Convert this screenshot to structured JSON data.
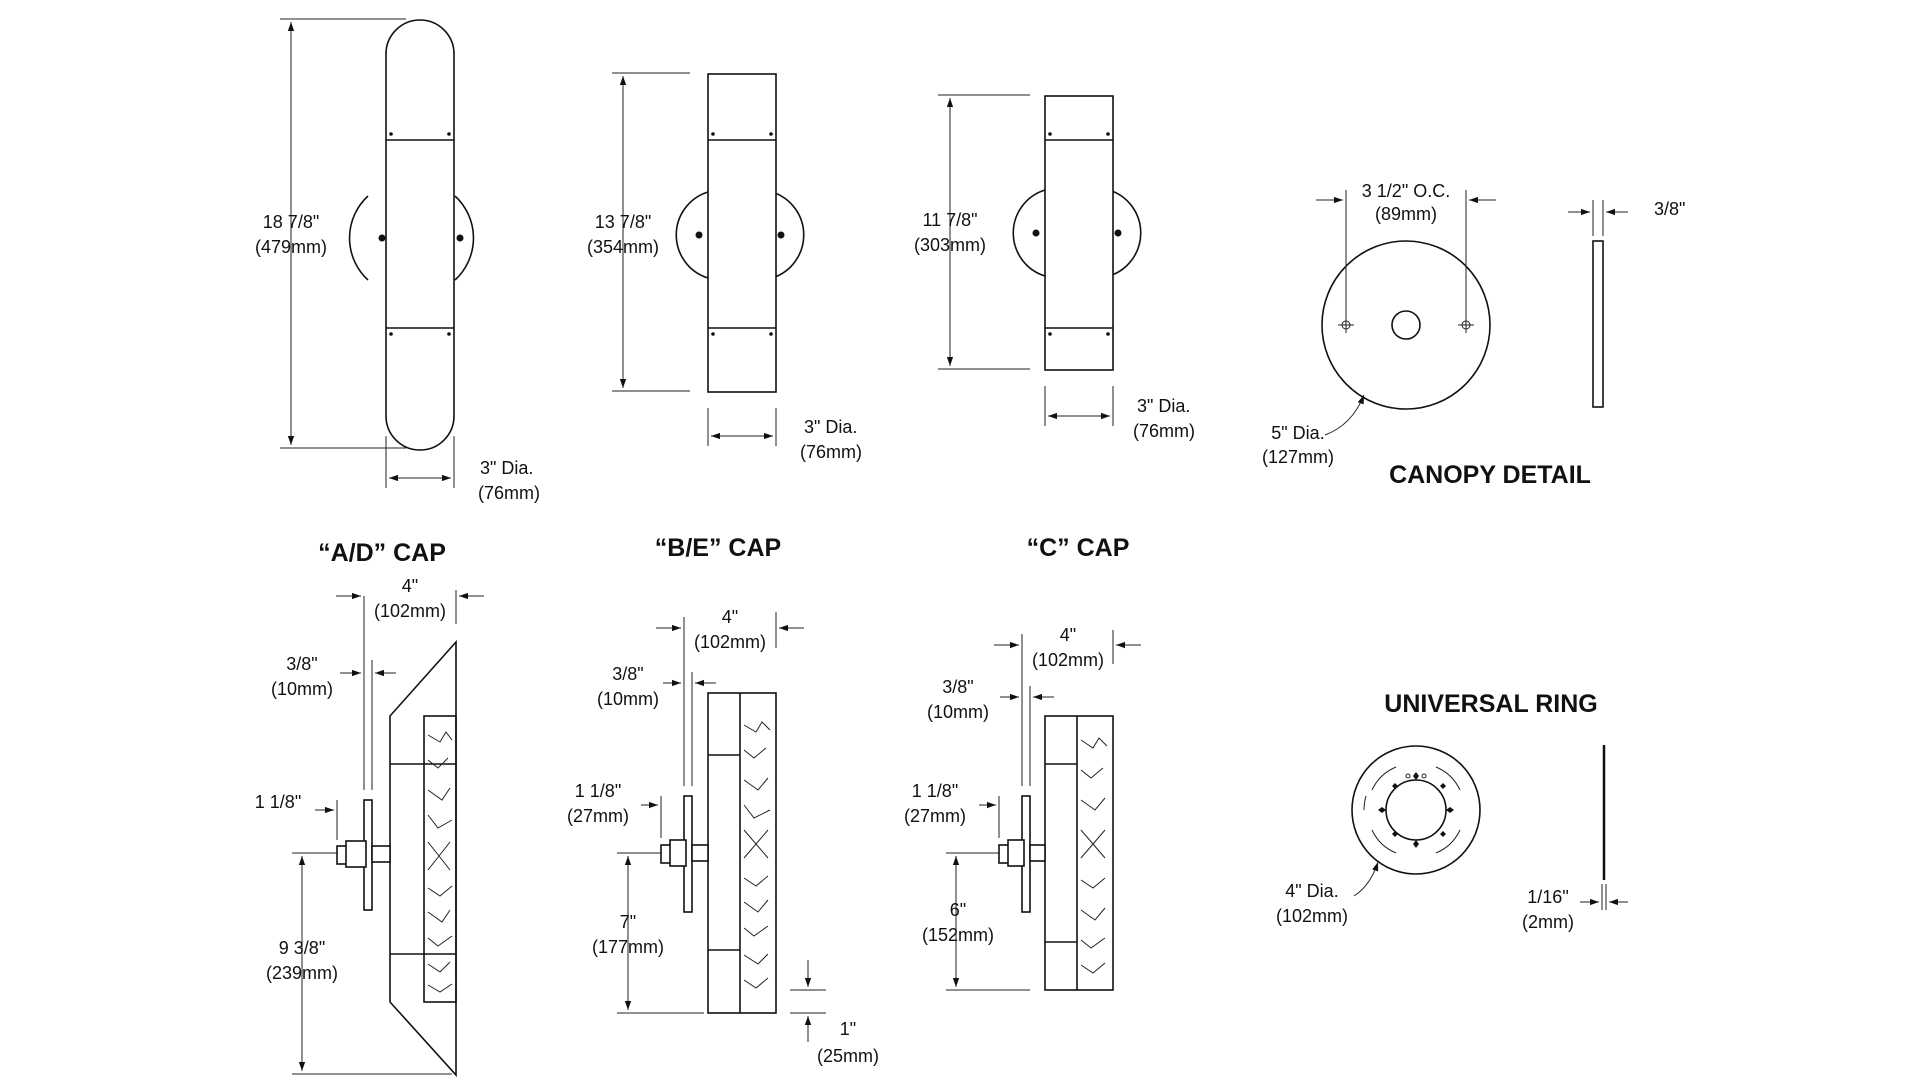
{
  "titles": {
    "ad_cap": "“A/D” CAP",
    "be_cap": "“B/E” CAP",
    "c_cap": "“C” CAP",
    "canopy": "CANOPY DETAIL",
    "ring": "UNIVERSAL RING"
  },
  "dims": {
    "a_height": "18 7/8\"",
    "a_height_mm": "(479mm)",
    "a_dia": "3\" Dia.",
    "a_dia_mm": "(76mm)",
    "b_height": "13 7/8\"",
    "b_height_mm": "(354mm)",
    "b_dia": "3\" Dia.",
    "b_dia_mm": "(76mm)",
    "c_height": "11 7/8\"",
    "c_height_mm": "(303mm)",
    "c_dia": "3\" Dia.",
    "c_dia_mm": "(76mm)",
    "canopy_oc": "3 1/2\" O.C.",
    "canopy_oc_mm": "(89mm)",
    "canopy_dia": "5\" Dia.",
    "canopy_dia_mm": "(127mm)",
    "canopy_thick": "3/8\"",
    "ad_depth": "4\"",
    "ad_depth_mm": "(102mm)",
    "ad_plate": "3/8\"",
    "ad_plate_mm": "(10mm)",
    "ad_bolt": "1 1/8\"",
    "ad_drop": "9 3/8\"",
    "ad_drop_mm": "(239mm)",
    "be_depth": "4\"",
    "be_depth_mm": "(102mm)",
    "be_plate": "3/8\"",
    "be_plate_mm": "(10mm)",
    "be_bolt": "1 1/8\"",
    "be_bolt_mm": "(27mm)",
    "be_drop": "7\"",
    "be_drop_mm": "(177mm)",
    "be_lip": "1\"",
    "be_lip_mm": "(25mm)",
    "cc_depth": "4\"",
    "cc_depth_mm": "(102mm)",
    "cc_plate": "3/8\"",
    "cc_plate_mm": "(10mm)",
    "cc_bolt": "1 1/8\"",
    "cc_bolt_mm": "(27mm)",
    "cc_drop": "6\"",
    "cc_drop_mm": "(152mm)",
    "ring_dia": "4\" Dia.",
    "ring_dia_mm": "(102mm)",
    "ring_thick": "1/16\"",
    "ring_thick_mm": "(2mm)"
  }
}
